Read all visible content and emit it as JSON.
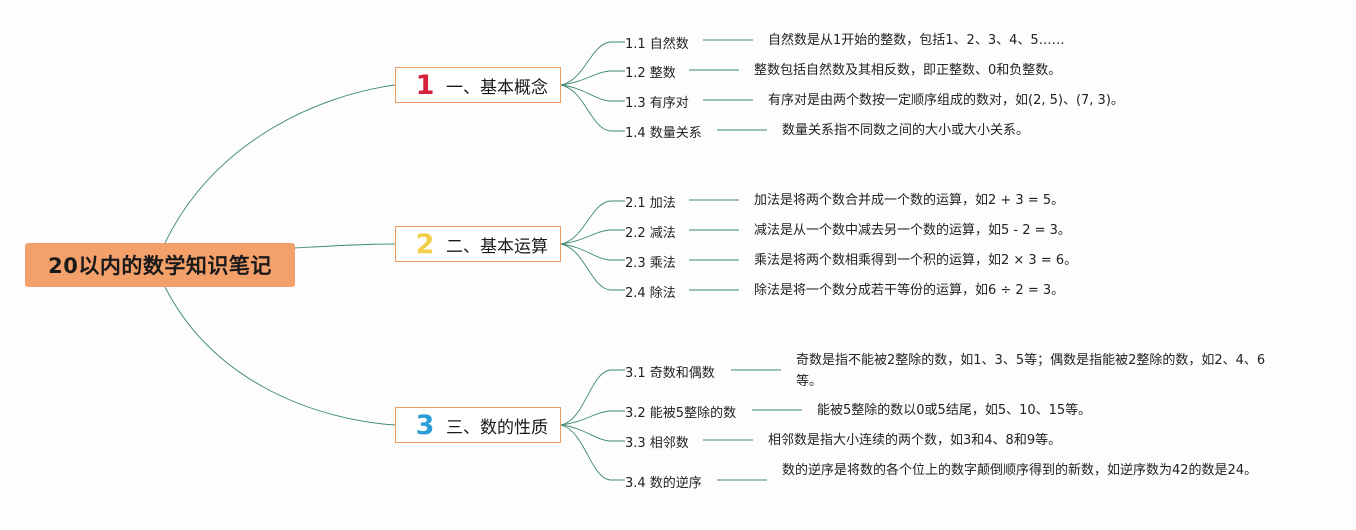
{
  "root": {
    "title": "20以内的数学知识笔记"
  },
  "branches": [
    {
      "number": "1",
      "number_color": "#d8213a",
      "label": "一、基本概念",
      "items": [
        {
          "label": "1.1 自然数",
          "desc": "自然数是从1开始的整数，包括1、2、3、4、5……"
        },
        {
          "label": "1.2 整数",
          "desc": "整数包括自然数及其相反数，即正整数、0和负整数。"
        },
        {
          "label": "1.3 有序对",
          "desc": "有序对是由两个数按一定顺序组成的数对，如(2, 5)、(7, 3)。"
        },
        {
          "label": "1.4 数量关系",
          "desc": "数量关系指不同数之间的大小或大小关系。"
        }
      ]
    },
    {
      "number": "2",
      "number_color": "#f2cf4a",
      "label": "二、基本运算",
      "items": [
        {
          "label": "2.1 加法",
          "desc": "加法是将两个数合并成一个数的运算，如2 + 3 = 5。"
        },
        {
          "label": "2.2 减法",
          "desc": "减法是从一个数中减去另一个数的运算，如5 - 2 = 3。"
        },
        {
          "label": "2.3 乘法",
          "desc": "乘法是将两个数相乘得到一个积的运算，如2 × 3 = 6。"
        },
        {
          "label": "2.4 除法",
          "desc": "除法是将一个数分成若干等份的运算，如6 ÷ 2 = 3。"
        }
      ]
    },
    {
      "number": "3",
      "number_color": "#2e9ed8",
      "label": "三、数的性质",
      "items": [
        {
          "label": "3.1 奇数和偶数",
          "desc": "奇数是指不能被2整除的数，如1、3、5等；偶数是指能被2整除的数，如2、4、6等。"
        },
        {
          "label": "3.2 能被5整除的数",
          "desc": "能被5整除的数以0或5结尾，如5、10、15等。"
        },
        {
          "label": "3.3 相邻数",
          "desc": "相邻数是指大小连续的两个数，如3和4、8和9等。"
        },
        {
          "label": "3.4 数的逆序",
          "desc": "数的逆序是将数的各个位上的数字颠倒顺序得到的新数，如逆序数为42的数是24。"
        }
      ]
    }
  ],
  "colors": {
    "root_fill": "#f4a06a",
    "branch_border": "#ee9b5f",
    "connector": "#3f8a74"
  }
}
